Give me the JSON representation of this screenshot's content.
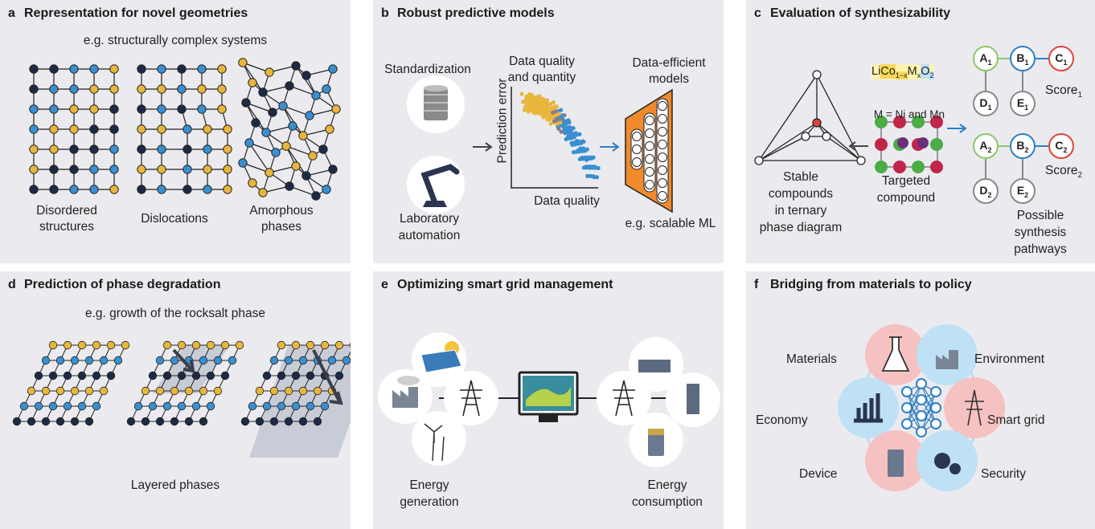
{
  "colors": {
    "panel_bg": "#ebebef",
    "node_dark": "#1c2b45",
    "node_blue": "#3a8fd0",
    "node_yellow": "#e8b63c",
    "green": "#8cc66a",
    "red": "#e0443c",
    "orange": "#f08a2c",
    "pink": "#f5c1c1",
    "lightblue": "#bfe1f5"
  },
  "panel_a": {
    "letter": "a",
    "title": "Representation for novel geometries",
    "subtitle": "e.g. structurally complex systems",
    "labels": {
      "disordered": [
        "Disordered",
        "structures"
      ],
      "dislocations": "Dislocations",
      "amorphous": [
        "Amorphous",
        "phases"
      ]
    }
  },
  "panel_b": {
    "letter": "b",
    "title": "Robust predictive models",
    "standardization": "Standardization",
    "data_quality_top": [
      "Data quality",
      "and quantity"
    ],
    "data_efficient": [
      "Data-efficient",
      "models"
    ],
    "y_axis": "Prediction error",
    "x_axis": "Data quality",
    "lab": [
      "Laboratory",
      "automation"
    ],
    "scalable": "e.g. scalable ML"
  },
  "panel_c": {
    "letter": "c",
    "title": "Evaluation of synthesizability",
    "formula": {
      "a": "Li",
      "b": "Co",
      "c": "1−x",
      "d": "M",
      "e": "x",
      "f": "O",
      "g": "2"
    },
    "m_text": "M = Ni and Mn",
    "stable": [
      "Stable",
      "compounds",
      "in ternary",
      "phase diagram"
    ],
    "targeted": [
      "Targeted",
      "compound"
    ],
    "possible": [
      "Possible",
      "synthesis",
      "pathways"
    ],
    "nodes1": {
      "A": "A",
      "B": "B",
      "C": "C",
      "D": "D",
      "E": "E",
      "sub": "1"
    },
    "nodes2": {
      "A": "A",
      "B": "B",
      "C": "C",
      "D": "D",
      "E": "E",
      "sub": "2"
    },
    "score1": "Score",
    "score1_sub": "1",
    "score2": "Score",
    "score2_sub": "2"
  },
  "panel_d": {
    "letter": "d",
    "title": "Prediction of phase degradation",
    "subtitle": "e.g. growth of the rocksalt phase",
    "label": "Layered phases"
  },
  "panel_e": {
    "letter": "e",
    "title": "Optimizing smart grid management",
    "gen": [
      "Energy",
      "generation"
    ],
    "cons": [
      "Energy",
      "consumption"
    ]
  },
  "panel_f": {
    "letter": "f",
    "title": "Bridging from materials to policy",
    "materials": "Materials",
    "environment": "Environment",
    "economy": "Economy",
    "smartgrid": "Smart grid",
    "device": "Device",
    "security": "Security"
  }
}
